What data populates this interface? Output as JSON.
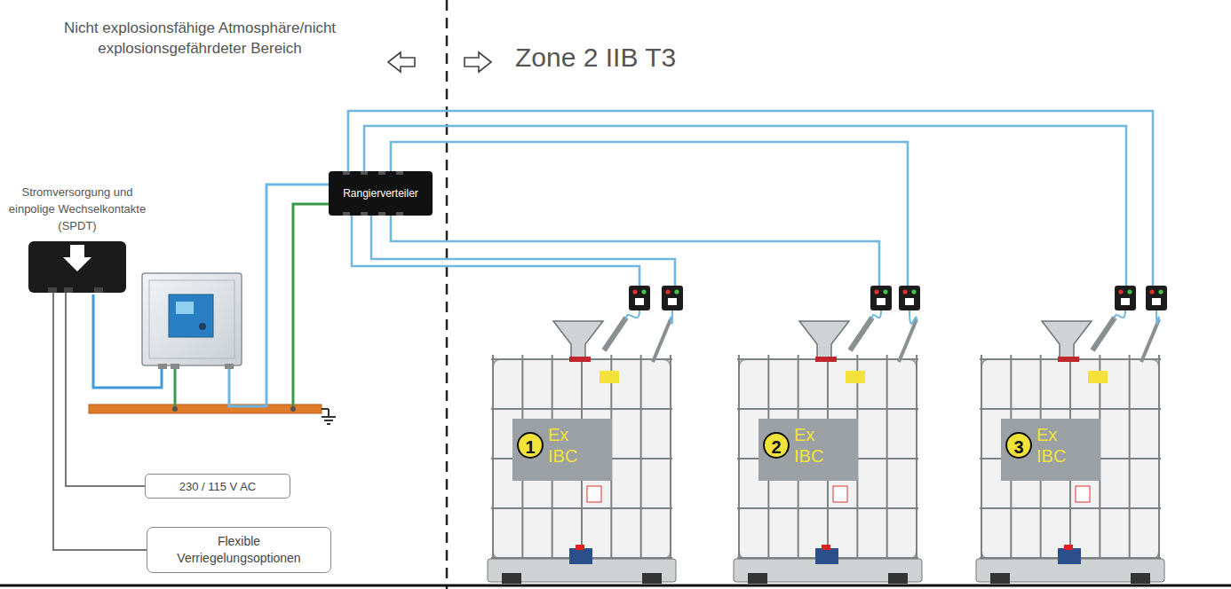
{
  "diagram": {
    "nodes": [
      {
        "text": [
          "Stromversorgung und einpolige Wechselkontakte (SPDT)"
        ]
      },
      {
        "text": [
          "Rangierverteiler"
        ]
      },
      {
        "text": [
          "230 / 115 V AC"
        ]
      },
      {
        "text": [
          "Flexible Verriegelungsoptionen"
        ]
      }
    ],
    "edges": [
      {
        "from": 0,
        "to": 2,
        "arrow": "none"
      },
      {
        "from": 0,
        "to": 3,
        "arrow": "none"
      }
    ],
    "labels": [
      "Nicht explosionsfähige Atmosphäre/nicht explosionsgefährdeter Bereich",
      "Zone 2 IIB T3",
      "1",
      "Ex IBC",
      "2",
      "Ex IBC",
      "3",
      "Ex IBC"
    ]
  }
}
